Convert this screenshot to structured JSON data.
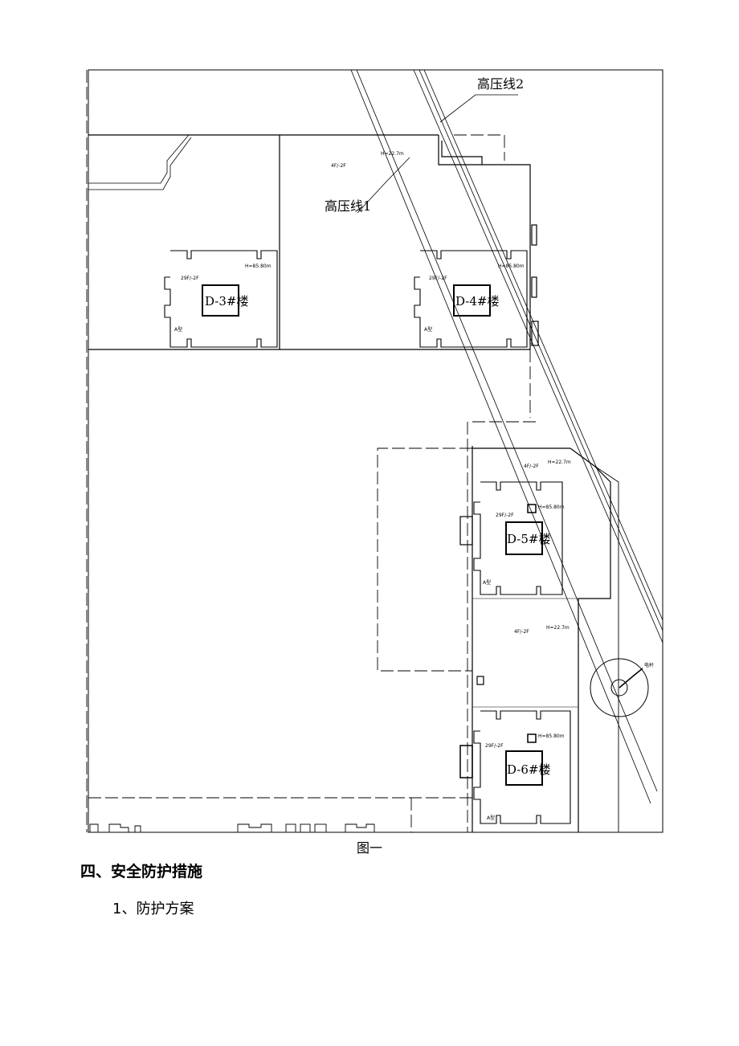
{
  "drawing": {
    "power_line_labels": [
      "高压线2",
      "高压线1"
    ],
    "buildings": [
      {
        "id": "D-3#楼",
        "floors": "29F/-2F",
        "height": "H=85.80m",
        "type": "A型"
      },
      {
        "id": "D-4#楼",
        "floors": "29F/-2F",
        "height": "H=85.80m",
        "type": "A型"
      },
      {
        "id": "D-5#楼",
        "floors": "29F/-2F",
        "height": "H=85.80m",
        "type": "A型"
      },
      {
        "id": "D-6#楼",
        "floors": "29F/-2F",
        "height": "H=85.80m",
        "type": "A型"
      }
    ],
    "podiums": [
      {
        "floors": "4F/-2F",
        "height": "H=22.7m"
      },
      {
        "floors": "4F/-2F",
        "height": "H=22.7m"
      },
      {
        "floors": "4F/-2F",
        "height": "H=22.7m"
      }
    ],
    "pole_label": "电杆"
  },
  "caption": "图一",
  "section_heading": "四、安全防护措施",
  "sub_heading": "1、防护方案"
}
